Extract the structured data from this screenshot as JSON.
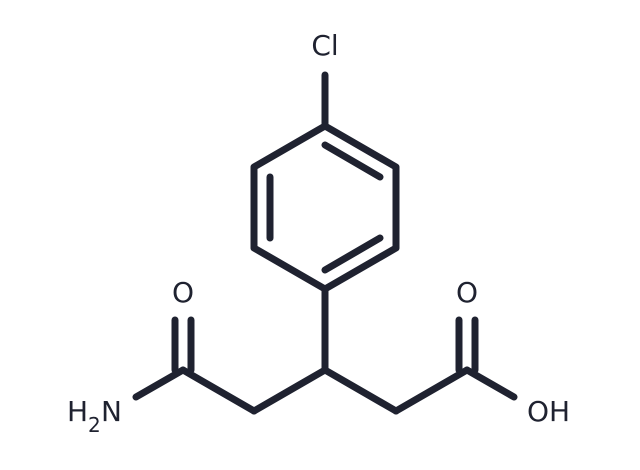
{
  "molecule": {
    "atoms": {
      "chlorine": "Cl",
      "ketone_oxygen": "O",
      "acid_oxygen": "O",
      "amide_nitrogen": "H",
      "amide_nitrogen_sub": "2",
      "amide_nitrogen_n": "N",
      "hydroxyl": "OH"
    },
    "colors": {
      "bond": "#1f2230",
      "text": "#1f2230",
      "background": "#ffffff"
    }
  }
}
